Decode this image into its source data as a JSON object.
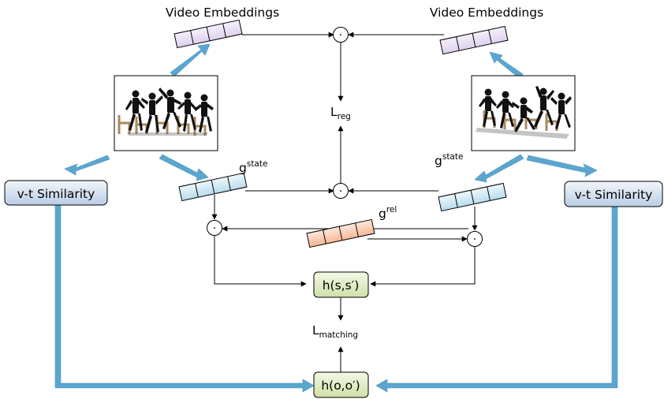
{
  "labels": {
    "video_embeddings_left": "Video Embeddings",
    "video_embeddings_right": "Video Embeddings",
    "g_state_base": "g",
    "g_state_sup": "state",
    "g_rel_base": "g",
    "g_rel_sup": "rel",
    "l_reg_base": "L",
    "l_reg_sub": "reg",
    "l_matching_base": "L",
    "l_matching_sub": "matching",
    "dot_symbol": "·"
  },
  "boxes": {
    "vt_similarity_left": "v-t Similarity",
    "vt_similarity_right": "v-t Similarity",
    "h_state": "h(s,s′)",
    "h_object": "h(o,o′)"
  },
  "colors": {
    "arrow_blue": "#5ba6cf",
    "embed_purple_a": "#f6f0fb",
    "embed_purple_b": "#ddd0ee",
    "embed_blue_a": "#eef8fc",
    "embed_blue_b": "#b8dcec",
    "embed_orange_a": "#fde7dc",
    "embed_orange_b": "#f6b892",
    "box_blue_a": "#f2f6fb",
    "box_blue_b": "#b9cde5",
    "box_green_a": "#f3f8e6",
    "box_green_b": "#cfe1a8"
  }
}
